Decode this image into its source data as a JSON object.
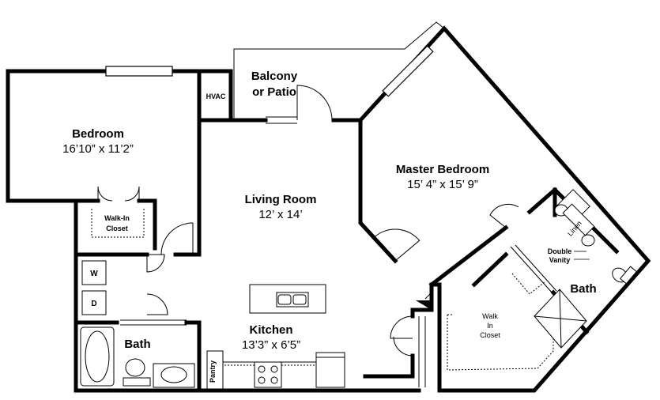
{
  "rooms": {
    "bedroom": {
      "name": "Bedroom",
      "dims": "16’10” x 11’2”"
    },
    "living": {
      "name": "Living Room",
      "dims": "12’ x 14’"
    },
    "master": {
      "name": "Master Bedroom",
      "dims": "15’ 4” x 15’ 9”"
    },
    "kitchen": {
      "name": "Kitchen",
      "dims": "13’3” x 6’5”"
    },
    "bath_left": {
      "name": "Bath"
    },
    "bath_right": {
      "name": "Bath"
    },
    "balcony": {
      "line1": "Balcony",
      "line2": "or Patio"
    }
  },
  "labels": {
    "hvac": "HVAC",
    "walkin_left": {
      "line1": "Walk-In",
      "line2": "Closet"
    },
    "walkin_right": {
      "line1": "Walk",
      "line2": "In",
      "line3": "Closet"
    },
    "linen": "Linen",
    "double_vanity": {
      "line1": "Double",
      "line2": "Vanity"
    },
    "pantry": "Pantry",
    "washer": "W",
    "dryer": "D"
  }
}
